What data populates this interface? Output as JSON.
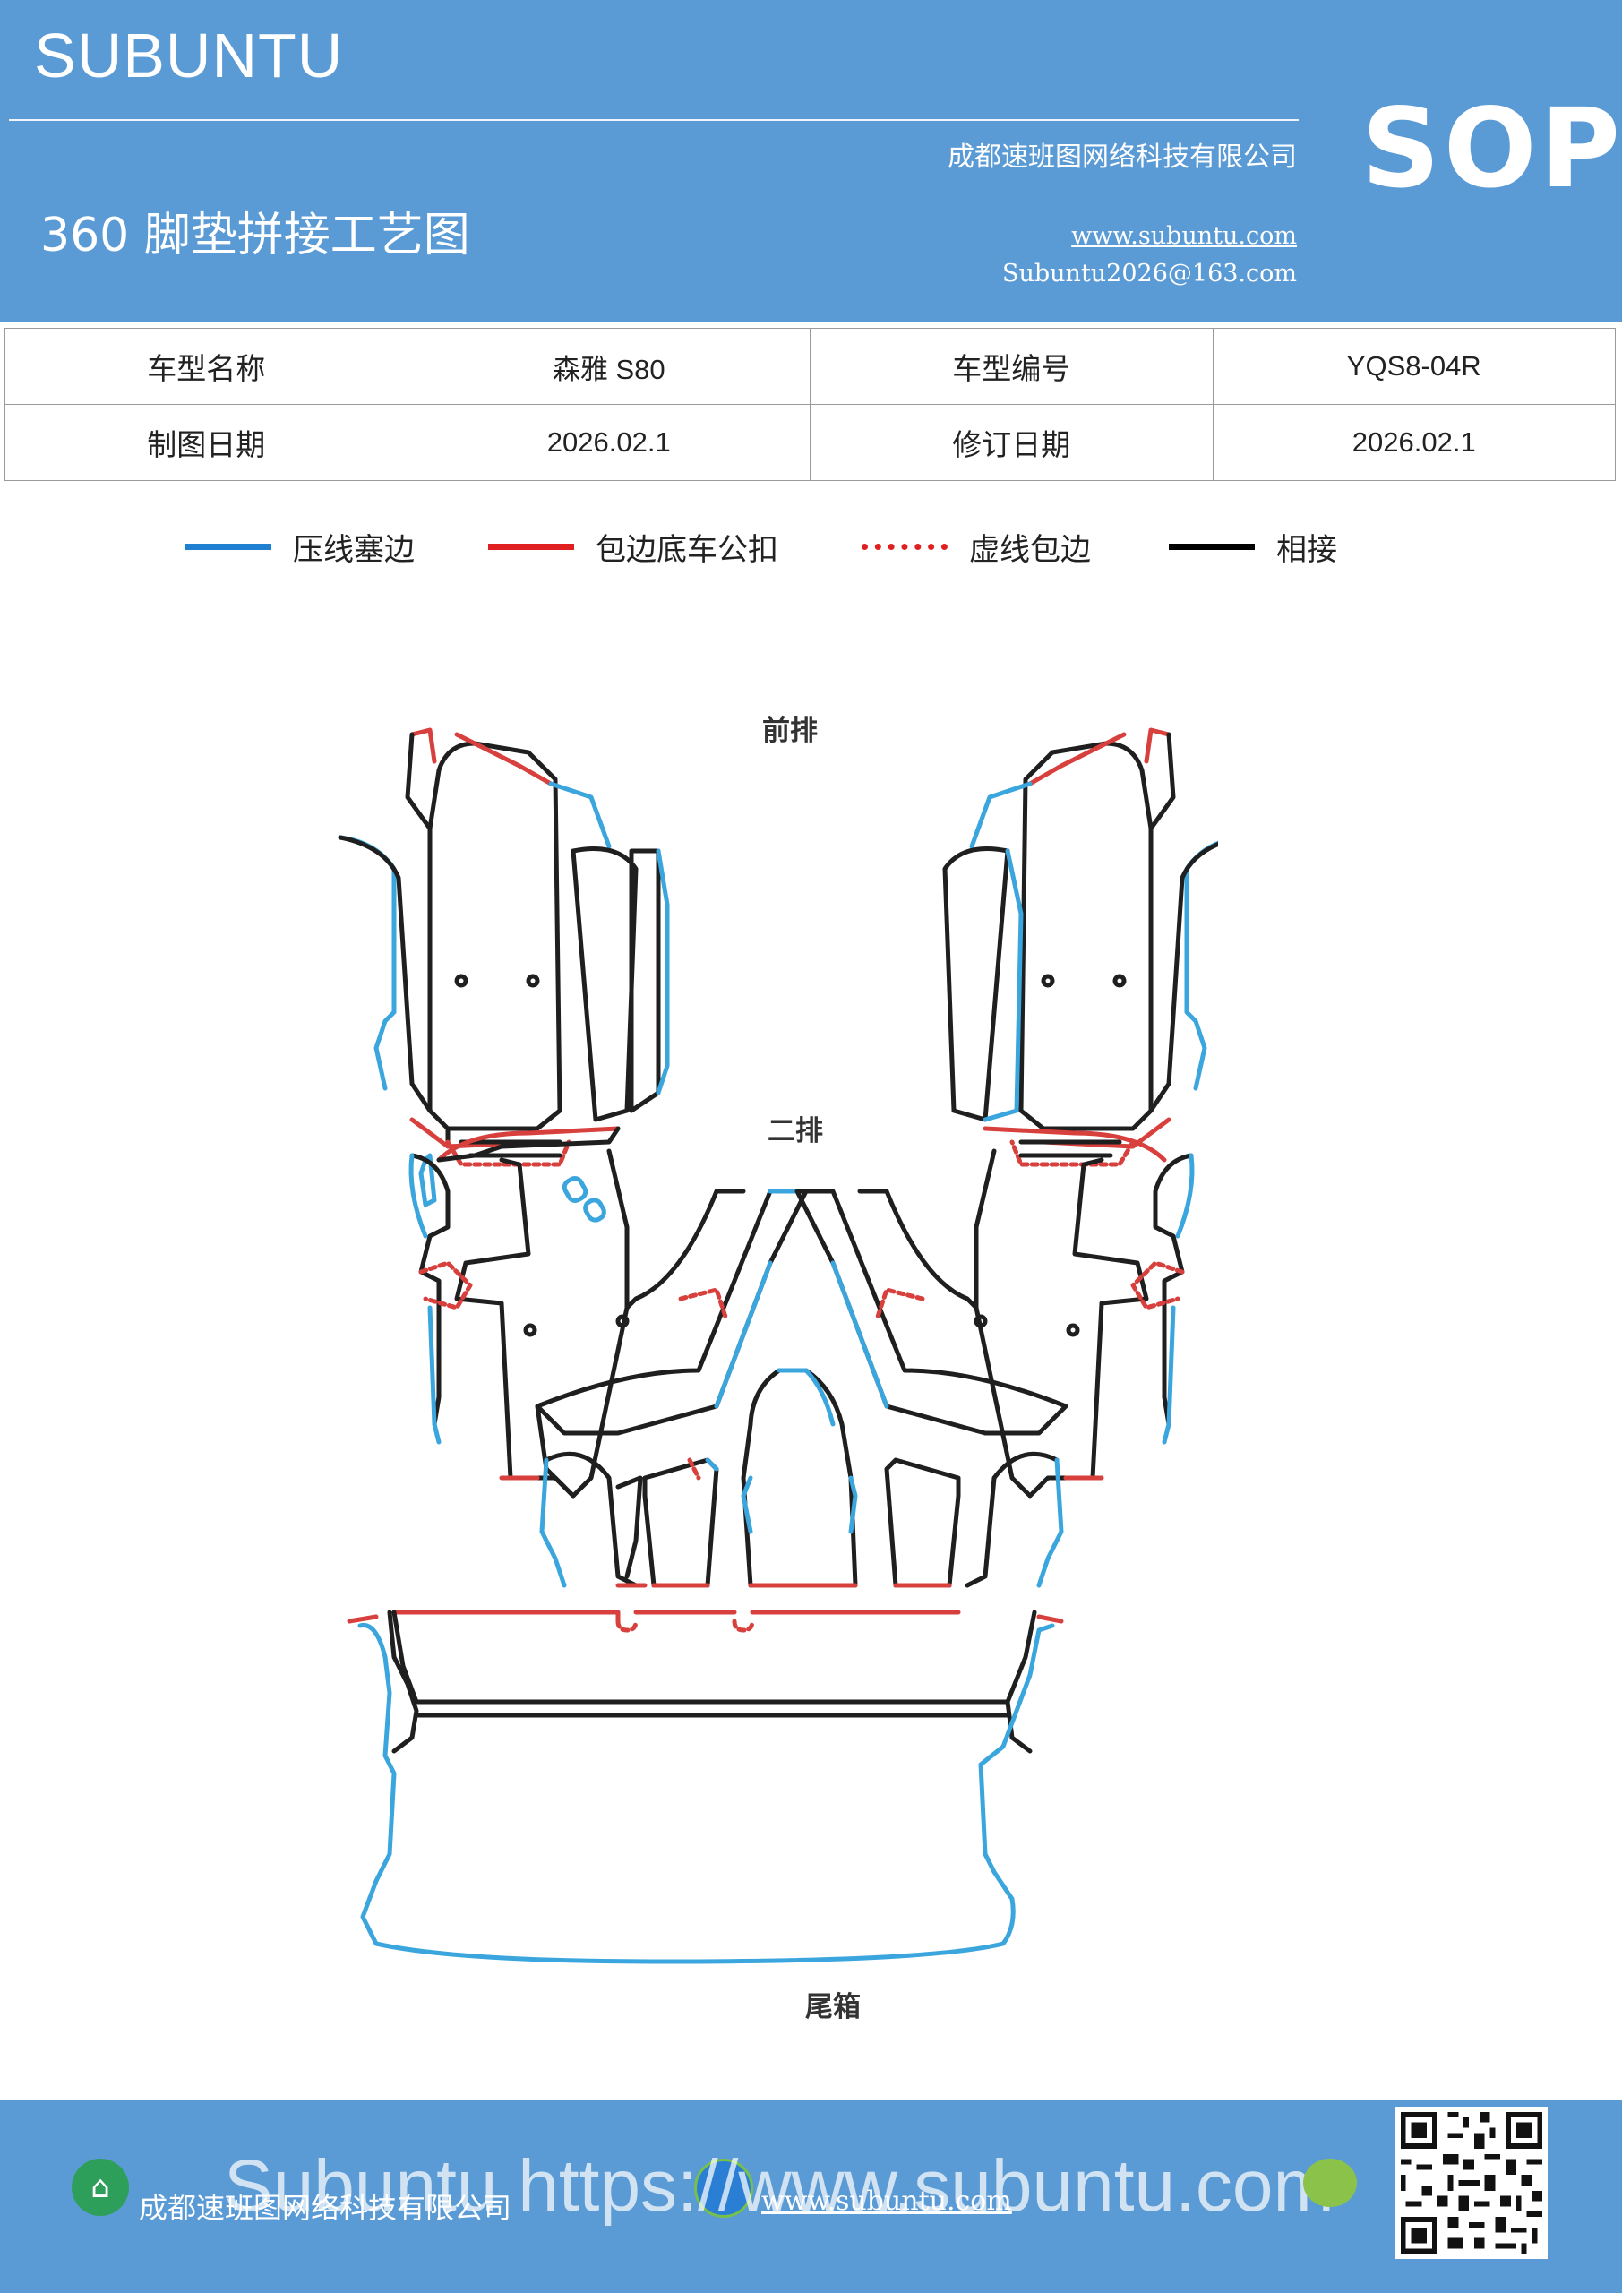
{
  "header": {
    "brand": "SUBUNTU",
    "badge": "SOP",
    "title": "360 脚垫拼接工艺图",
    "company": "成都速班图网络科技有限公司",
    "website": "www.subuntu.com",
    "email": "Subuntu2026@163.com",
    "background": "#5b9bd5"
  },
  "info": {
    "model_name_label": "车型名称",
    "model_name": "森雅 S80",
    "model_code_label": "车型编号",
    "model_code": "YQS8-04R",
    "draw_date_label": "制图日期",
    "draw_date": "2026.02.1",
    "revise_date_label": "修订日期",
    "revise_date": "2026.02.1"
  },
  "legend": [
    {
      "label": "压线塞边",
      "color": "#1f7fd1",
      "style": "solid"
    },
    {
      "label": "包边底车公扣",
      "color": "#e02020",
      "style": "solid"
    },
    {
      "label": "虚线包边",
      "color": "#e02020",
      "style": "dashed"
    },
    {
      "label": "相接",
      "color": "#000000",
      "style": "solid"
    }
  ],
  "diagram": {
    "front_label": "前排",
    "second_label": "二排",
    "trunk_label": "尾箱",
    "colors": {
      "blue": "#3aa6dd",
      "red": "#d8403d",
      "black": "#1f1f1f"
    }
  },
  "footer": {
    "company": "成都速班图网络科技有限公司",
    "website": "www.subuntu.com",
    "watermark": "Subuntu https://www.subuntu.com",
    "building_icon": "building-icon",
    "globe_icon": "globe-icon",
    "wechat_icon": "wechat-icon"
  }
}
